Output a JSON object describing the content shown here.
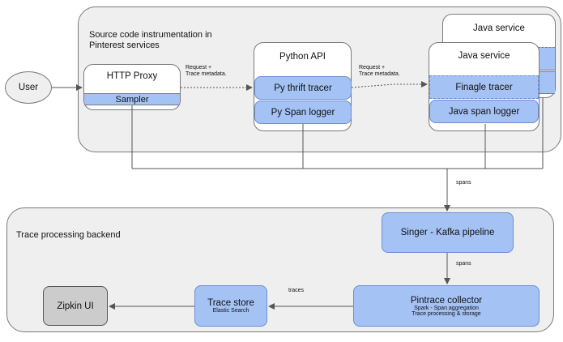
{
  "regions": {
    "source": "Source code instrumentation in Pinterest services",
    "backend": "Trace processing backend"
  },
  "nodes": {
    "user": "User",
    "http_proxy": "HTTP Proxy",
    "sampler": "Sampler",
    "python_api": "Python API",
    "py_thrift_tracer": "Py thrift tracer",
    "py_span_logger": "Py Span logger",
    "java_service_back": "Java service",
    "java_service": "Java service",
    "finagle_tracer": "Finagle tracer",
    "java_span_logger": "Java span logger",
    "singer_kafka": "Singer - Kafka pipeline",
    "pintrace_collector": {
      "title": "Pintrace collector",
      "line1": "Spark - Span aggregation",
      "line2": "Trace processing & storage"
    },
    "trace_store": {
      "title": "Trace store",
      "sub": "Elastic Search"
    },
    "zipkin_ui": "Zipkin UI"
  },
  "edge_labels": {
    "req1_line1": "Request +",
    "req1_line2": "Trace metadata.",
    "req2_line1": "Request +",
    "req2_line2": "Trace metadata.",
    "spans1": "spans",
    "spans2": "spans",
    "traces": "traces"
  }
}
